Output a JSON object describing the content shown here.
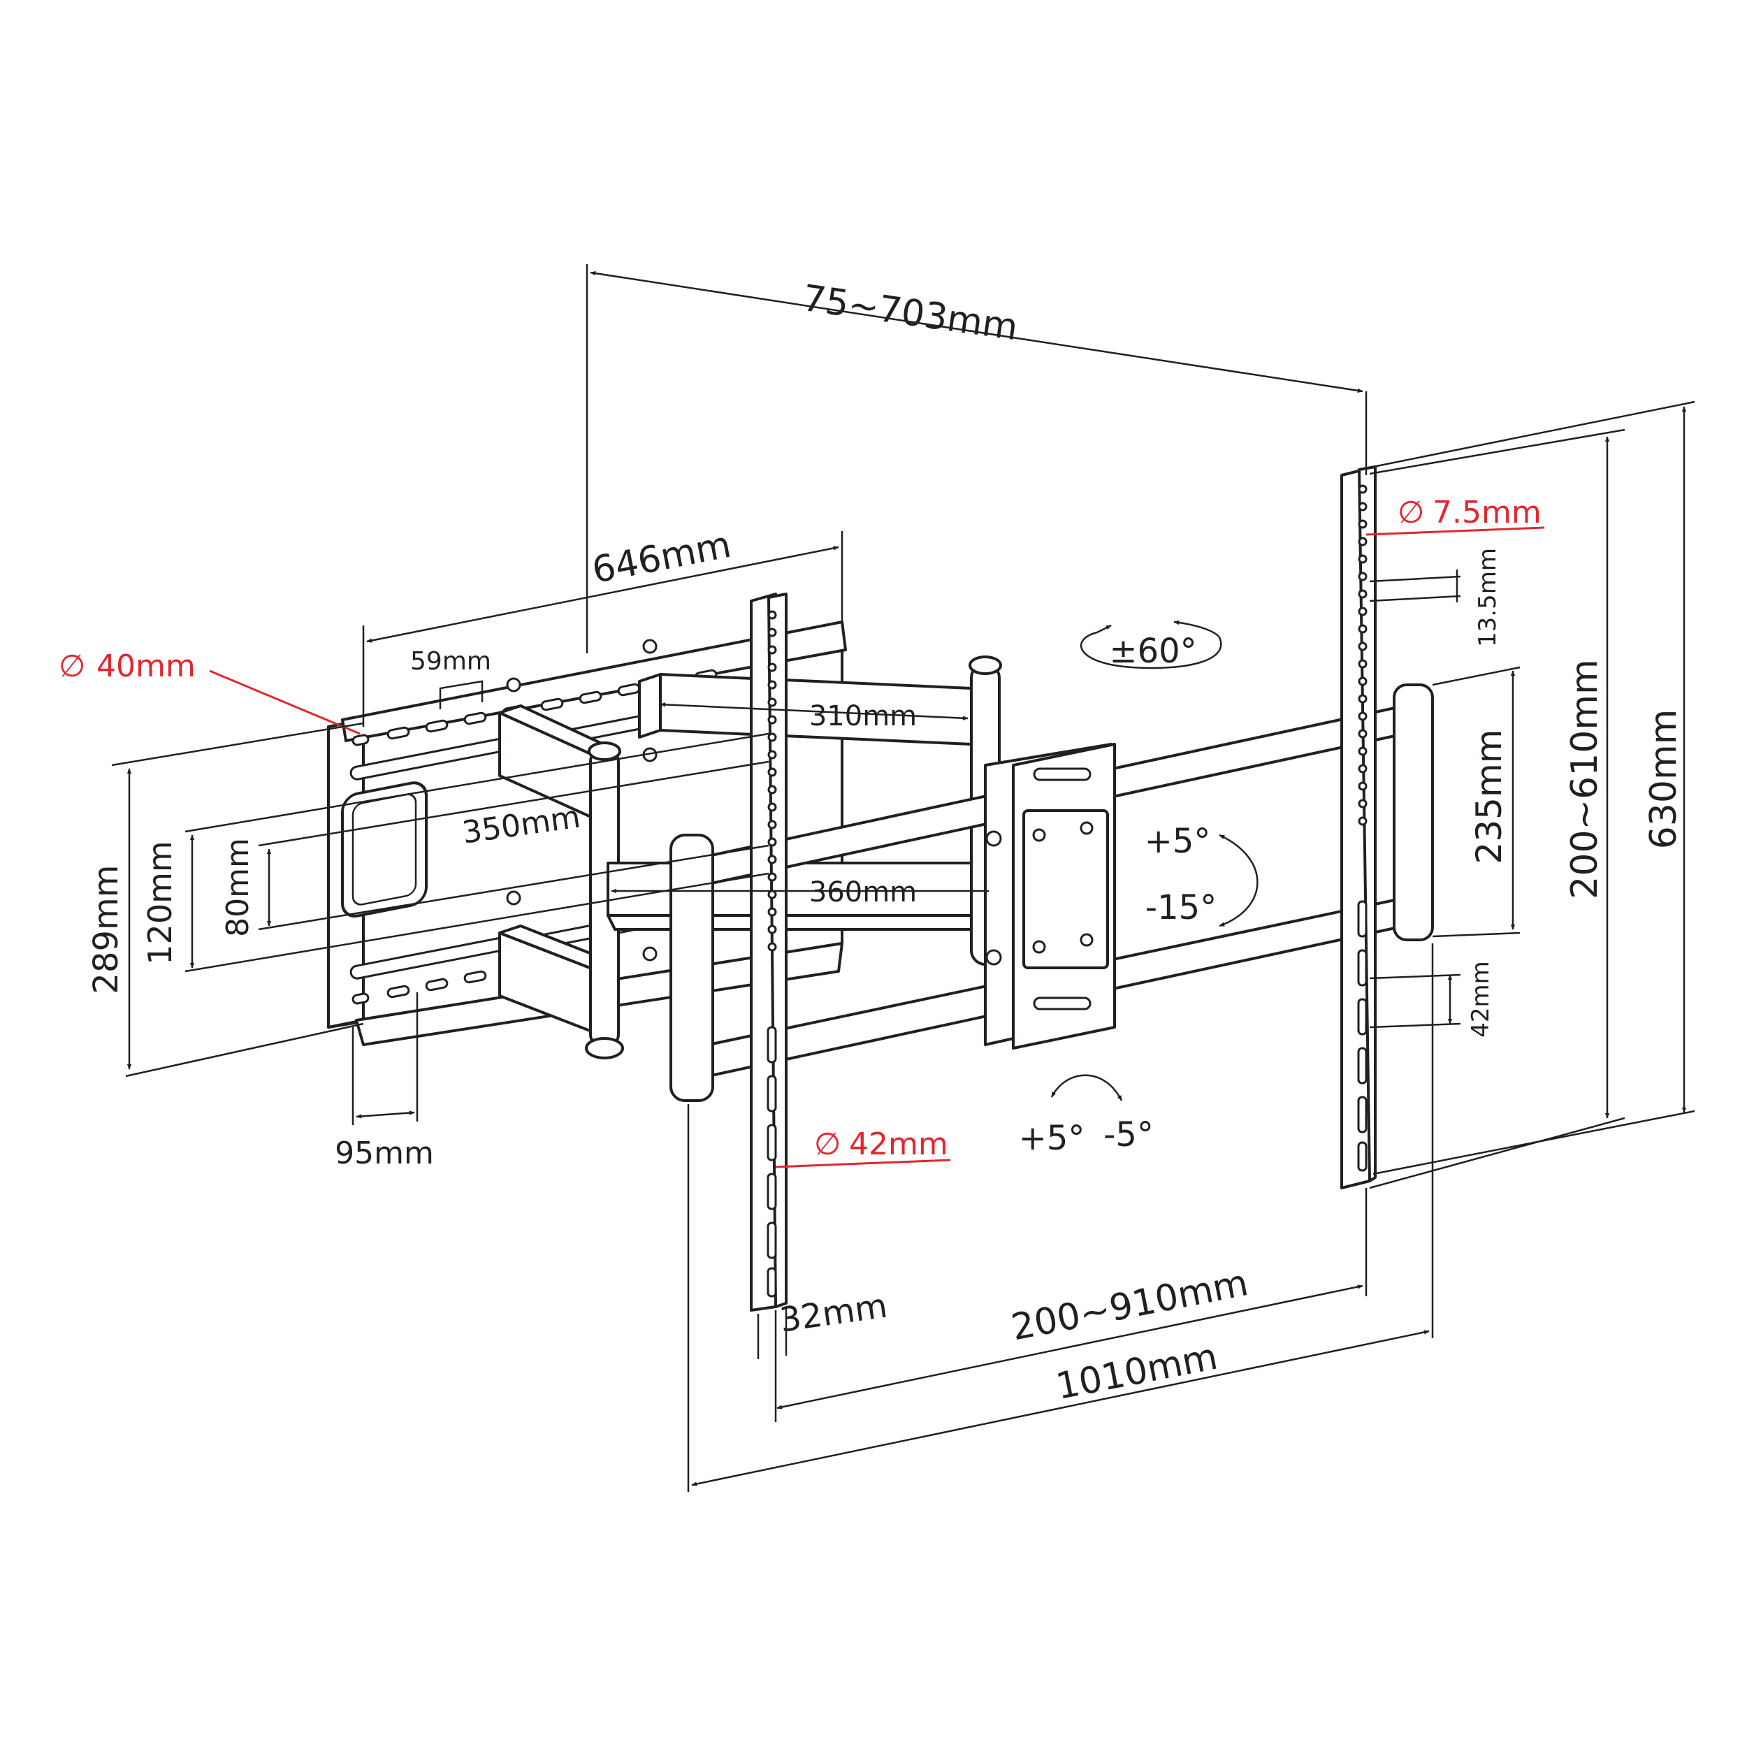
{
  "dimensions": {
    "vesa_horizontal": "75~703mm",
    "wall_plate_width": "646mm",
    "slot_spacing": "59mm",
    "arm_tube_diameter": "40mm",
    "upper_arm_length": "310mm",
    "inner_arm_length": "350mm",
    "lower_arm_length": "360mm",
    "wall_plate_height": "289mm",
    "wall_slot_spacing_outer": "120mm",
    "wall_slot_spacing_inner": "80mm",
    "wall_plate_depth": "95mm",
    "swivel": "±60°",
    "tilt_up": "+5°",
    "tilt_down": "-15°",
    "rotation_plus": "+5°",
    "rotation_minus": "-5°",
    "bracket_hole_diameter": "7.5mm",
    "bracket_hole_pitch": "13.5mm",
    "bracket_slot_pitch": "42mm",
    "rail_diameter": "42mm",
    "bracket_width": "32mm",
    "rail_span": "200~910mm",
    "rail_total": "1010mm",
    "head_plate_height": "235mm",
    "vesa_vertical": "200~610mm",
    "bracket_height": "630mm"
  },
  "colors": {
    "line": "#231f20",
    "highlight": "#e3262f"
  }
}
